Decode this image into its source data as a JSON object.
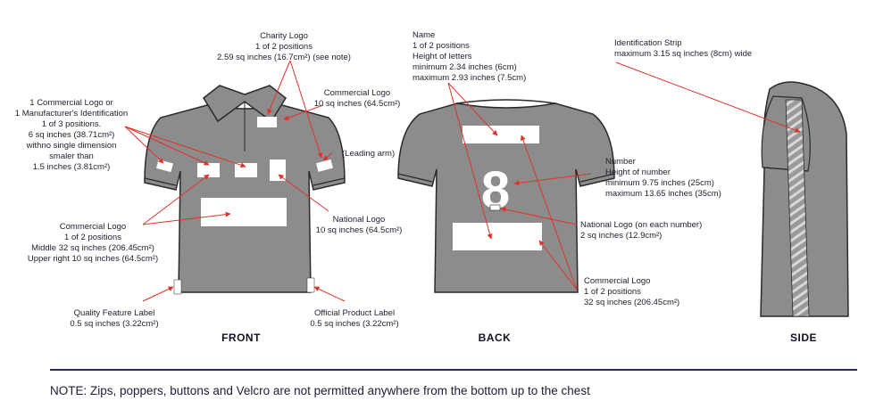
{
  "views": {
    "front": "FRONT",
    "back": "BACK",
    "side": "SIDE"
  },
  "back_number": "8",
  "labels": {
    "charity": [
      "Charity Logo",
      "1 of 2 positions",
      "2.59 sq inches (16.7cm²) (see note)"
    ],
    "commercial_front_top": [
      "Commercial Logo",
      "10 sq inches (64.5cm²)"
    ],
    "commercial_manufacturer": [
      "1 Commercial Logo or",
      "1 Manufacturer's Identification",
      "1 of 3 positions.",
      "6 sq inches (38.71cm²)",
      "withno single dimension",
      "smaler than",
      "1.5 inches (3.81cm²)"
    ],
    "leading_arm": [
      "(Leading arm)"
    ],
    "commercial_front_mid": [
      "Commercial Logo",
      "1 of 2 positions",
      "Middle 32 sq inches (206.45cm²)",
      "Upper right 10 sq inches (64.5cm²)"
    ],
    "national_front": [
      "National Logo",
      "10 sq inches (64.5cm²)"
    ],
    "quality": [
      "Quality Feature Label",
      "0.5 sq inches (3.22cm²)"
    ],
    "official": [
      "Official Product Label",
      "0.5 sq inches (3.22cm²)"
    ],
    "name": [
      "Name",
      "1 of 2 positions",
      "Height of letters",
      "minimum 2.34 inches (6cm)",
      "maximum 2.93 inches (7.5cm)"
    ],
    "number": [
      "Number",
      "Height of number",
      "minimum 9.75 inches (25cm)",
      "maximum 13.65 inches (35cm)"
    ],
    "national_back": [
      "National Logo (on each number)",
      "2 sq inches (12.9cm²)"
    ],
    "commercial_back": [
      "Commercial Logo",
      "1 of 2 positions",
      "32 sq inches (206.45cm²)"
    ],
    "identification": [
      "Identification Strip",
      "maximum 3.15 sq inches (8cm) wide"
    ]
  },
  "note": "NOTE: Zips, poppers, buttons and Velcro are not permitted anywhere from the bottom up to the chest",
  "colors": {
    "shirt": "#8c8c8c",
    "outline": "#2a2a2a",
    "arrow": "#e0322a",
    "rule": "#1f2a6b"
  }
}
